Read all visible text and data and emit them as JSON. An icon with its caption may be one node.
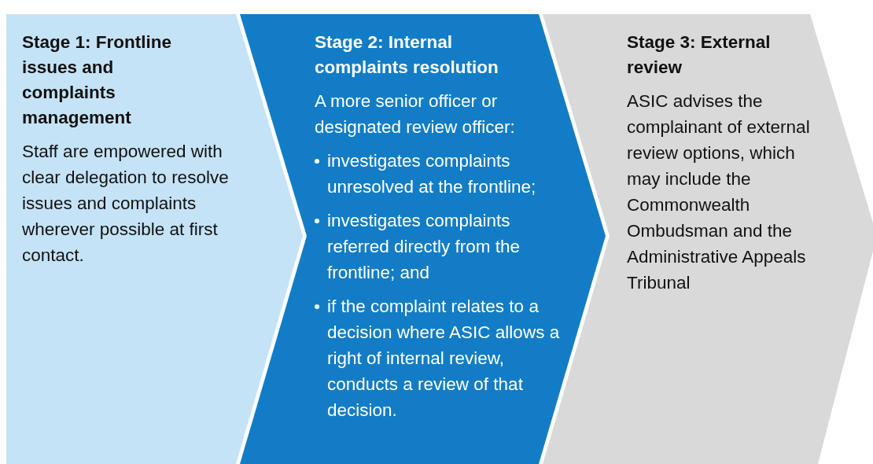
{
  "diagram": {
    "nodes": [
      {
        "text": [
          "Stage 1: Frontline issues and complaints management",
          "Staff are empowered with clear delegation to resolve issues and complaints wherever possible at first contact."
        ]
      },
      {
        "text": [
          "Stage 2: Internal complaints resolution",
          "A more senior officer or designated review officer:",
          "investigates complaints unresolved at the frontline;",
          "investigates complaints referred directly from the frontline; and",
          "if the complaint relates to a decision where ASIC allows a right of internal review, conducts a review of that decision."
        ]
      },
      {
        "text": [
          "Stage 3: External review",
          "ASIC advises the complainant of external review options, which may include the Commonwealth Ombudsman and the Administrative Appeals Tribunal"
        ]
      }
    ]
  }
}
